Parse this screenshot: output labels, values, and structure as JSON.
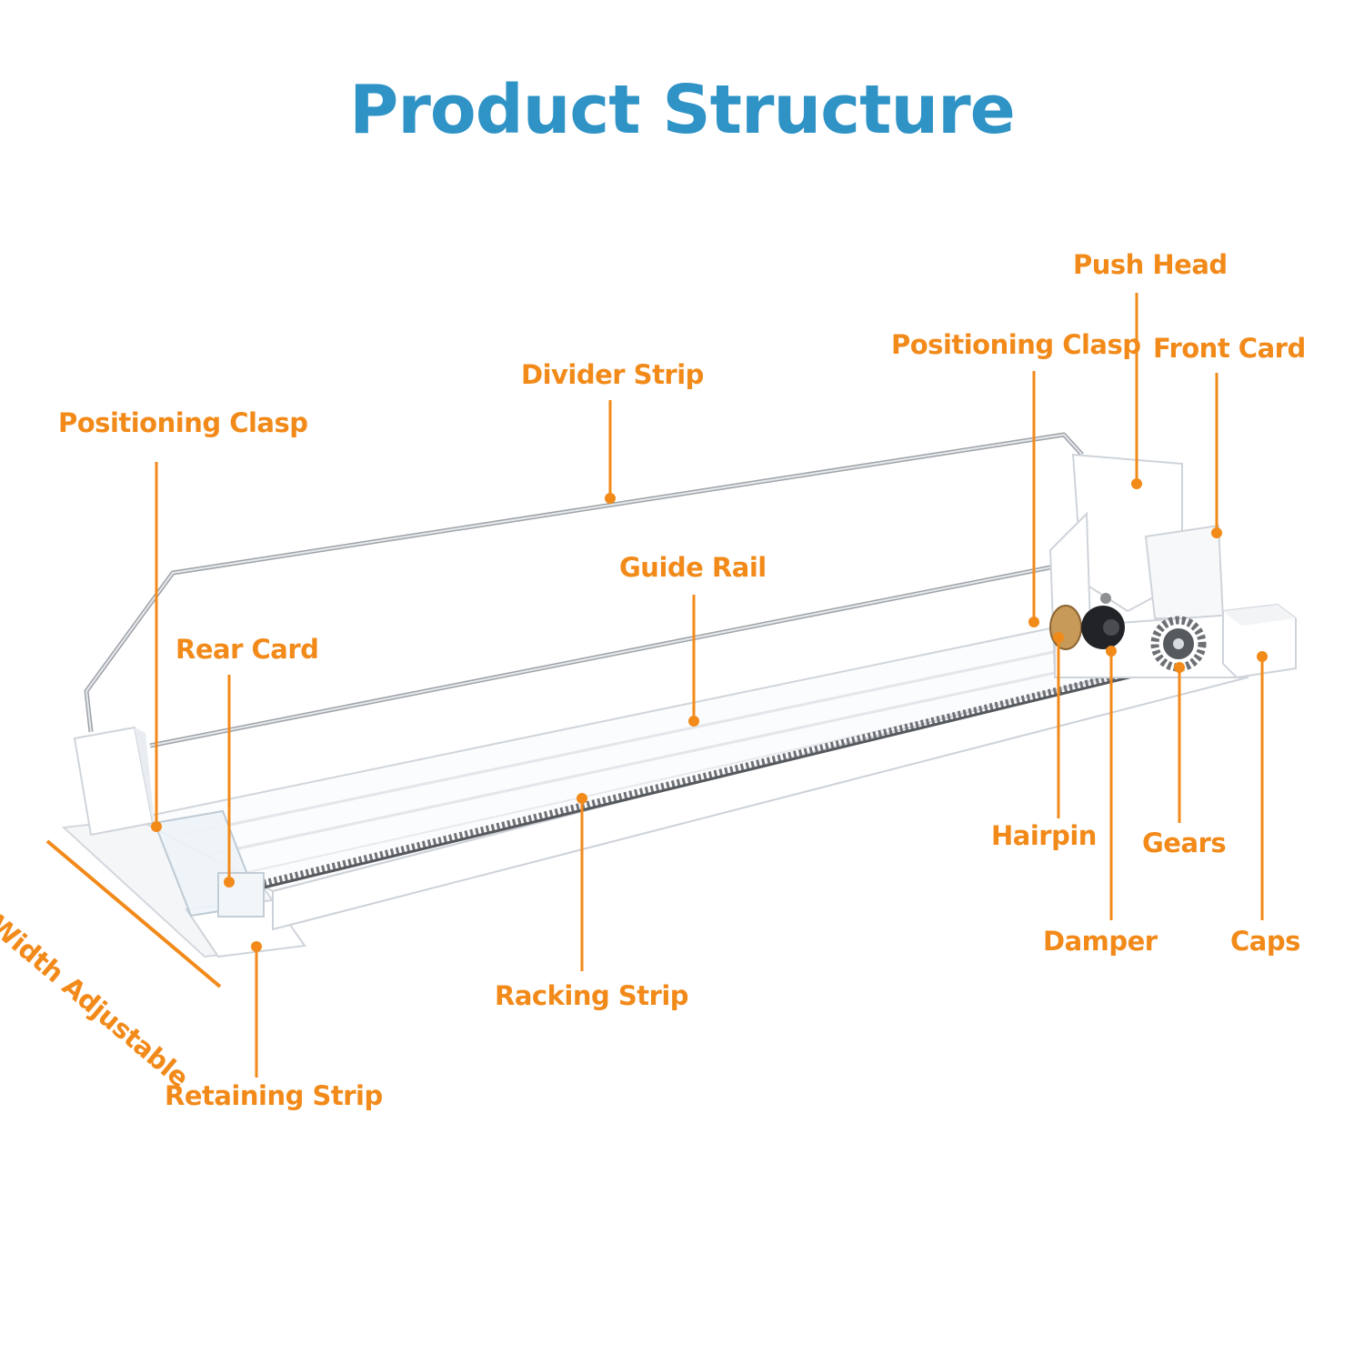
{
  "title": "Product Structure",
  "colors": {
    "title": "#2f93c6",
    "label": "#f28a1a",
    "rail": "#ffffff",
    "edge": "#c9cfd6",
    "rack": "#6f7276",
    "metal": "#a7abb0"
  },
  "labels": {
    "push_head": "Push Head",
    "positioning_clasp_right": "Positioning Clasp",
    "front_card": "Front Card",
    "divider_strip": "Divider Strip",
    "positioning_clasp_left": "Positioning Clasp",
    "guide_rail": "Guide Rail",
    "rear_card": "Rear Card",
    "hairpin": "Hairpin",
    "gears": "Gears",
    "damper": "Damper",
    "caps": "Caps",
    "racking_strip": "Racking Strip",
    "width_adjustable": "Width Adjustable",
    "retaining_strip": "Retaining Strip"
  }
}
